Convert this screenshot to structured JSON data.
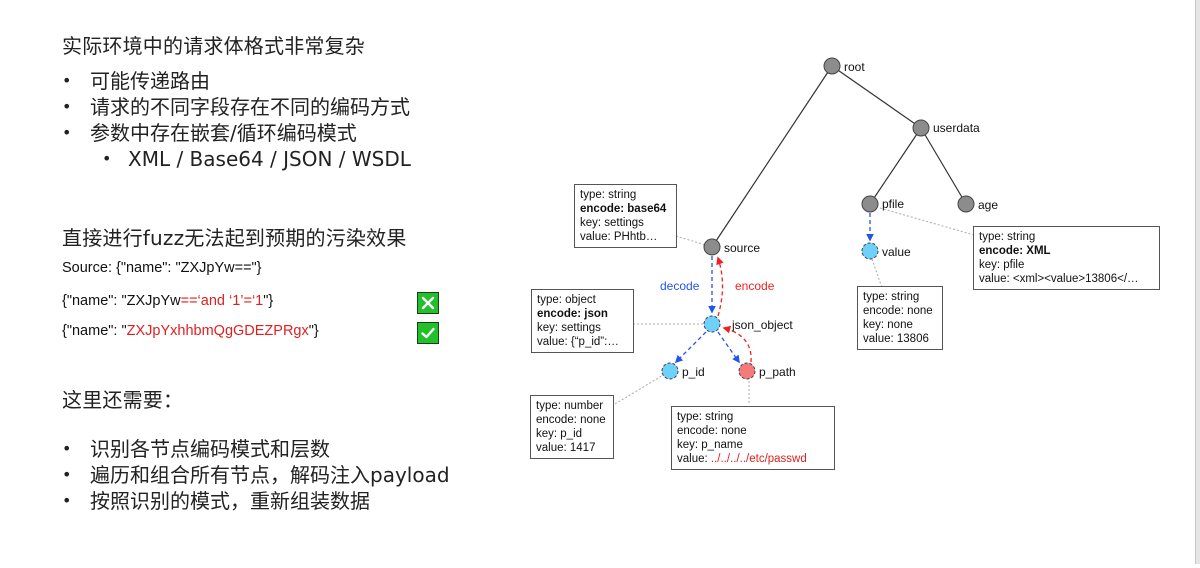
{
  "left": {
    "heading1": "实际环境中的请求体格式非常复杂",
    "bullets1": [
      "可能传递路由",
      "请求的不同字段存在不同的编码方式",
      "参数中存在嵌套/循环编码模式"
    ],
    "sub_bullet": "XML / Base64 / JSON / WSDL",
    "heading2": "直接进行fuzz无法起到预期的污染效果",
    "source_line": "Source: {\"name\": \"ZXJpYw==\"}",
    "example1": {
      "prefix": "{\"name\": \"ZXJpYw",
      "highlight": "==‘and ‘1’=‘1",
      "suffix": "\"}",
      "status_icon": "x-icon"
    },
    "example2": {
      "prefix": "{\"name\": \"",
      "highlight": "ZXJpYxhhbmQgGDEZPRgx",
      "suffix": "\"}",
      "status_icon": "check-icon"
    },
    "heading3": "这里还需要：",
    "bullets2": [
      "识别各节点编码模式和层数",
      "遍历和组合所有节点，解码注入payload",
      "按照识别的模式，重新组装数据"
    ]
  },
  "diagram": {
    "colors": {
      "gray_node": "#8c8c8c",
      "blue_node": "#6fd0fb",
      "red_node": "#f47b7b",
      "decode": "#2255ee",
      "encode": "#ee2222",
      "highlight": "#e02020"
    },
    "nodes": {
      "root": "root",
      "userdata": "userdata",
      "pfile": "pfile",
      "age": "age",
      "value": "value",
      "source": "source",
      "json_object": "json_object",
      "p_id": "p_id",
      "p_path": "p_path"
    },
    "edge_labels": {
      "decode": "decode",
      "encode": "encode"
    },
    "info_boxes": {
      "source": {
        "type": "type: string",
        "encode": "encode: base64",
        "key": "key: settings",
        "value": "value: PHhtb…"
      },
      "json_object": {
        "type": "type: object",
        "encode": "encode: json",
        "key": "key: settings",
        "value": "value: {“p_id”:…"
      },
      "p_id": {
        "type": "type: number",
        "encode": "encode: none",
        "key": "key: p_id",
        "value": "value: 1417"
      },
      "p_path": {
        "type": "type: string",
        "encode": "encode: none",
        "key": "key: p_name",
        "value_label": "value: ",
        "value": "../../../../etc/passwd"
      },
      "value": {
        "type": "type: string",
        "encode": "encode: none",
        "key": "key: none",
        "value": "value: 13806"
      },
      "pfile": {
        "type": "type: string",
        "encode": "encode: XML",
        "key": "key: pfile",
        "value": "value: <xml><value>13806</…"
      }
    }
  }
}
